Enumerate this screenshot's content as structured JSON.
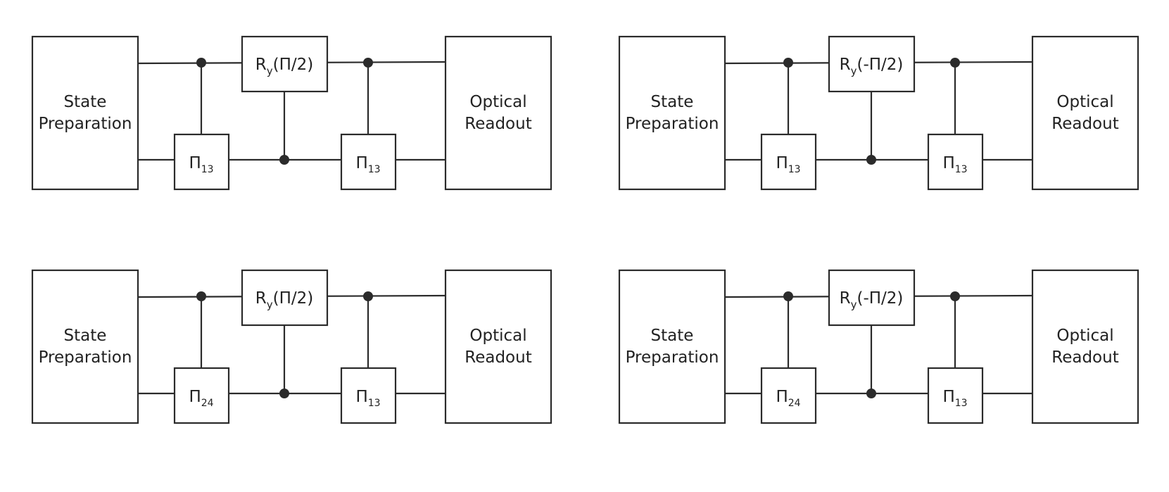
{
  "colors": {
    "stroke": "#2b2b2b",
    "text": "#222222",
    "background": "#ffffff"
  },
  "circuits": [
    {
      "state_prep": [
        "State",
        "Preparation"
      ],
      "readout": [
        "Optical",
        "Readout"
      ],
      "rotation": {
        "symbol": "R",
        "sub": "y",
        "arg": "(Π/2)"
      },
      "gate_a": {
        "symbol": "Π",
        "sub": "13"
      },
      "gate_b": {
        "symbol": "Π",
        "sub": "13"
      }
    },
    {
      "state_prep": [
        "State",
        "Preparation"
      ],
      "readout": [
        "Optical",
        "Readout"
      ],
      "rotation": {
        "symbol": "R",
        "sub": "y",
        "arg": "(-Π/2)"
      },
      "gate_a": {
        "symbol": "Π",
        "sub": "13"
      },
      "gate_b": {
        "symbol": "Π",
        "sub": "13"
      }
    },
    {
      "state_prep": [
        "State",
        "Preparation"
      ],
      "readout": [
        "Optical",
        "Readout"
      ],
      "rotation": {
        "symbol": "R",
        "sub": "y",
        "arg": "(Π/2)"
      },
      "gate_a": {
        "symbol": "Π",
        "sub": "24"
      },
      "gate_b": {
        "symbol": "Π",
        "sub": "13"
      }
    },
    {
      "state_prep": [
        "State",
        "Preparation"
      ],
      "readout": [
        "Optical",
        "Readout"
      ],
      "rotation": {
        "symbol": "R",
        "sub": "y",
        "arg": "(-Π/2)"
      },
      "gate_a": {
        "symbol": "Π",
        "sub": "24"
      },
      "gate_b": {
        "symbol": "Π",
        "sub": "13"
      }
    }
  ]
}
